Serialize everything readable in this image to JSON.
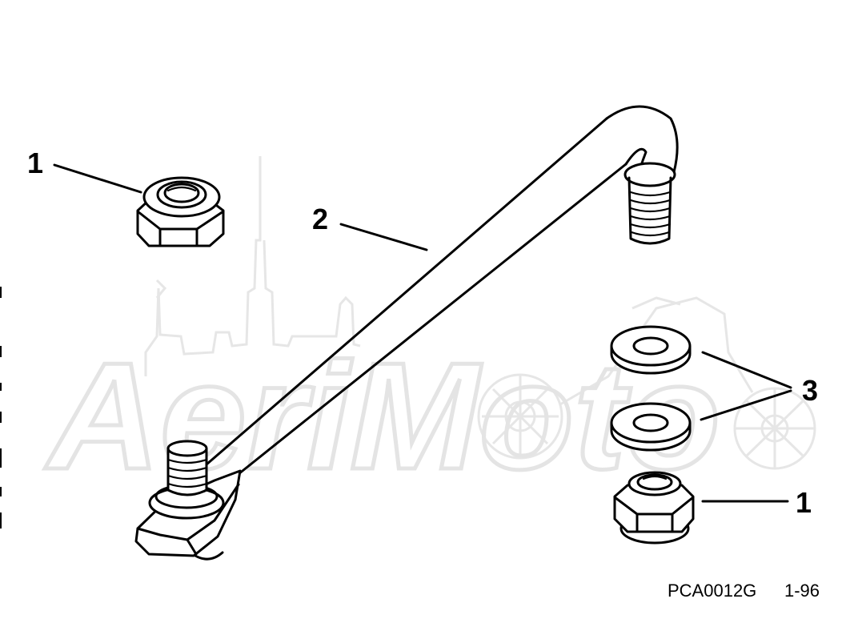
{
  "callouts": {
    "nut_top_left": "1",
    "steering_link": "2",
    "washers": "3",
    "nut_bottom_right": "1"
  },
  "footer": {
    "part_code": "PCA0012G",
    "revision": "1-96"
  },
  "watermark": {
    "text": "AeriMoto"
  },
  "colors": {
    "line": "#000000",
    "background": "#ffffff",
    "watermark": "#e4e4e4"
  }
}
